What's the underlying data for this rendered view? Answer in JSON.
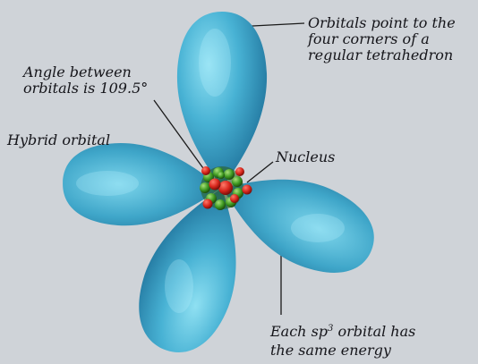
{
  "labels": {
    "orbitals_point": [
      "Orbitals point to the",
      "four corners of a",
      "regular tetrahedron"
    ],
    "angle": [
      "Angle between",
      "orbitals is 109.5°"
    ],
    "hybrid_orbital": "Hybrid orbital",
    "nucleus": "Nucleus",
    "sp3_energy": {
      "before": "Each sp",
      "superscript": "3",
      "after": " orbital has",
      "line2": "the same energy"
    }
  },
  "colors": {
    "background": "#cfd3d8",
    "lobe_light": "#8fe0f2",
    "lobe_mid": "#3fa6c9",
    "lobe_dark": "#1d6f98",
    "proton": "#d7261c",
    "neutron": "#3f9a22",
    "leader_line": "#1a1a1a"
  },
  "icons": {
    "nucleus": "atomic-nucleus-cluster"
  }
}
